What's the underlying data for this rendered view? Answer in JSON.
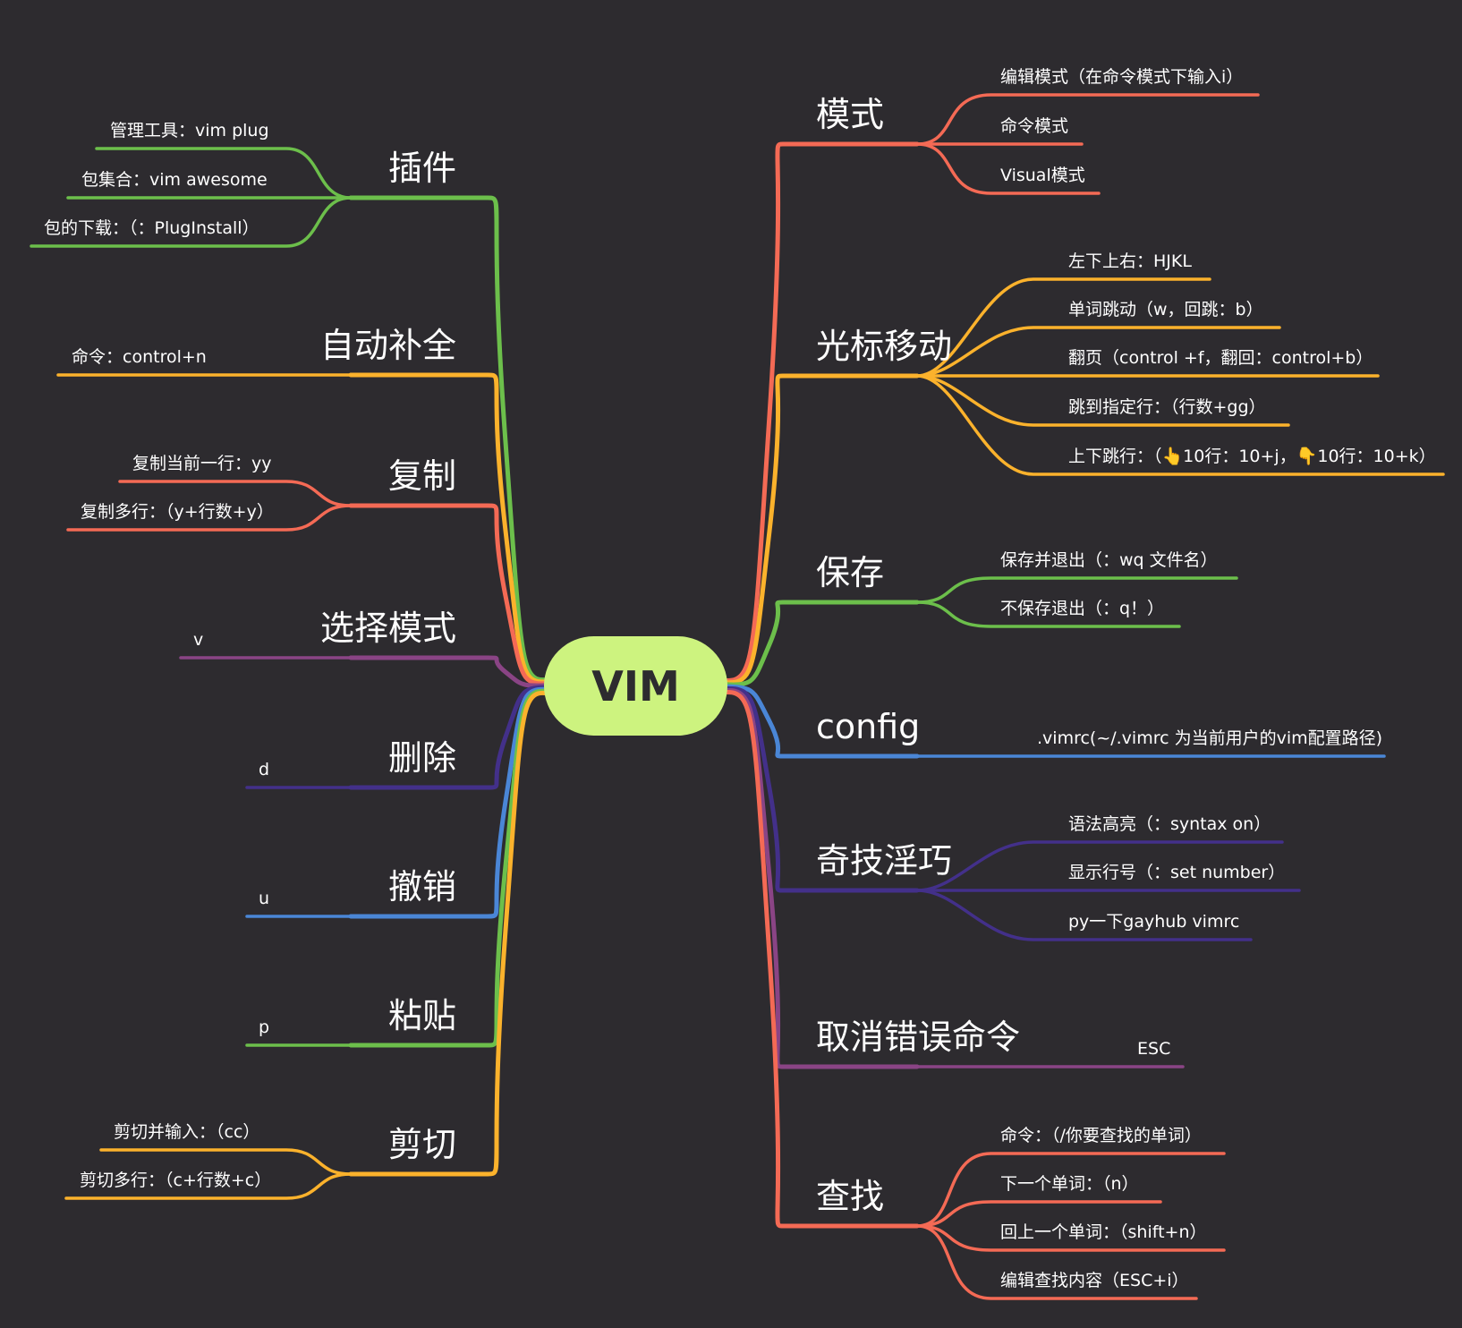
{
  "root": "VIM",
  "colors": {
    "background": "#2d2b2f",
    "root_fill": "#cdf37f",
    "red": "#f46a55",
    "orange": "#fbb22c",
    "green": "#6cbf4b",
    "blue": "#4a86d6",
    "purple": "#8a4485",
    "indigo": "#43308a"
  },
  "left_branches": [
    {
      "label": "插件",
      "color": "green",
      "children": [
        "管理工具：vim plug",
        "包集合：vim awesome",
        "包的下载：（：PlugInstall）"
      ]
    },
    {
      "label": "自动补全",
      "color": "orange",
      "children": [
        "命令：control+n"
      ]
    },
    {
      "label": "复制",
      "color": "red",
      "children": [
        "复制当前一行：yy",
        "复制多行：（y+行数+y）"
      ]
    },
    {
      "label": "选择模式",
      "color": "purple",
      "children": [
        "v"
      ]
    },
    {
      "label": "删除",
      "color": "indigo",
      "children": [
        "d"
      ]
    },
    {
      "label": "撤销",
      "color": "blue",
      "children": [
        "u"
      ]
    },
    {
      "label": "粘贴",
      "color": "green",
      "children": [
        "p"
      ]
    },
    {
      "label": "剪切",
      "color": "orange",
      "children": [
        "剪切并输入：（cc）",
        "剪切多行：（c+行数+c）"
      ]
    }
  ],
  "right_branches": [
    {
      "label": "模式",
      "color": "red",
      "children": [
        "编辑模式（在命令模式下输入i）",
        "命令模式",
        "Visual模式"
      ]
    },
    {
      "label": "光标移动",
      "color": "orange",
      "children": [
        "左下上右：HJKL",
        "单词跳动（w，回跳：b）",
        "翻页（control +f，翻回：control+b）",
        "跳到指定行：（行数+gg）",
        "上下跳行：（👆10行：10+j，👇10行：10+k）"
      ]
    },
    {
      "label": "保存",
      "color": "green",
      "children": [
        "保存并退出（：wq  文件名）",
        "不保存退出（：q！）"
      ]
    },
    {
      "label": "config",
      "color": "blue",
      "children": [
        ".vimrc(~/.vimrc 为当前用户的vim配置路径)"
      ]
    },
    {
      "label": "奇技淫巧",
      "color": "indigo",
      "children": [
        "语法高亮（：syntax on）",
        "显示行号（：set number）",
        "py一下gayhub vimrc"
      ]
    },
    {
      "label": "取消错误命令",
      "color": "purple",
      "children": [
        "ESC"
      ]
    },
    {
      "label": "查找",
      "color": "red",
      "children": [
        "命令：（/你要查找的单词）",
        "下一个单词：（n）",
        "回上一个单词：（shift+n）",
        "编辑查找内容（ESC+i）"
      ]
    }
  ]
}
